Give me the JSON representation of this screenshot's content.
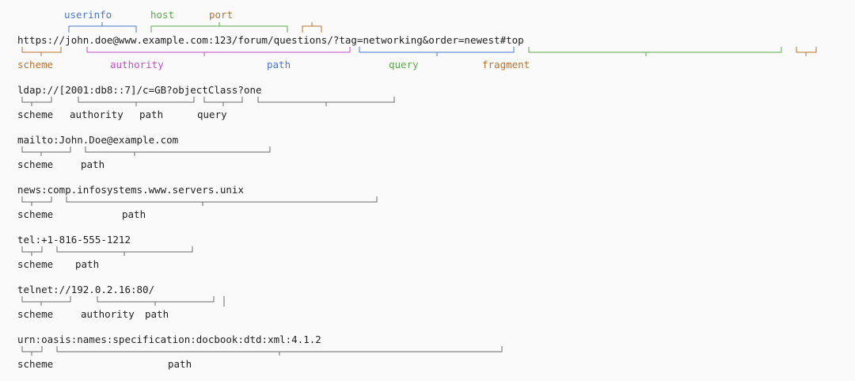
{
  "colors": {
    "text": "#1f1f1f",
    "scheme": "#b8732e",
    "userinfo": "#4a78c8",
    "host": "#5aa84a",
    "port": "#b8732e",
    "authority": "#c050c0",
    "path": "#4a78c8",
    "query": "#5aa84a",
    "fragment": "#b8732e",
    "bracket_gray": "#6b6b6b"
  },
  "main_uri": {
    "text": "https://john.doe@www.example.com:123/forum/questions/?tag=networking&order=newest#top",
    "top_labels": {
      "userinfo": "userinfo",
      "host": "host",
      "port": "port"
    },
    "bottom_labels": {
      "scheme": "scheme",
      "authority": "authority",
      "path": "path",
      "query": "query",
      "fragment": "fragment"
    }
  },
  "examples": [
    {
      "uri": "ldap://[2001:db8::7]/c=GB?objectClass?one",
      "labels": [
        "scheme",
        "authority",
        "path",
        "query"
      ]
    },
    {
      "uri": "mailto:John.Doe@example.com",
      "labels": [
        "scheme",
        "path"
      ]
    },
    {
      "uri": "news:comp.infosystems.www.servers.unix",
      "labels": [
        "scheme",
        "path"
      ]
    },
    {
      "uri": "tel:+1-816-555-1212",
      "labels": [
        "scheme",
        "path"
      ]
    },
    {
      "uri": "telnet://192.0.2.16:80/",
      "labels": [
        "scheme",
        "authority",
        "path"
      ]
    },
    {
      "uri": "urn:oasis:names:specification:docbook:dtd:xml:4.1.2",
      "labels": [
        "scheme",
        "path"
      ]
    }
  ]
}
